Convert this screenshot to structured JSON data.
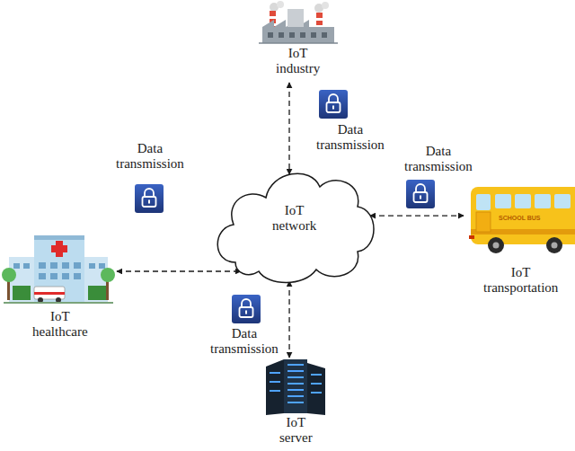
{
  "diagram": {
    "nodes": [
      {
        "text": [
          "IoT industry"
        ]
      },
      {
        "text": [
          "IoT healthcare"
        ]
      },
      {
        "text": [
          "IoT network"
        ]
      },
      {
        "text": [
          "IoT transportation"
        ]
      },
      {
        "text": [
          "IoT server"
        ]
      }
    ],
    "edges": [
      {
        "from": 0,
        "to": 2,
        "arrow": "both",
        "label": "Data transmission"
      },
      {
        "from": 1,
        "to": 2,
        "arrow": "both",
        "label": "Data transmission"
      },
      {
        "from": 2,
        "to": 3,
        "arrow": "both",
        "label": "Data transmission"
      },
      {
        "from": 2,
        "to": 4,
        "arrow": "both",
        "label": "Data transmission"
      }
    ],
    "labels": [
      "SCHOOL BUS"
    ]
  }
}
